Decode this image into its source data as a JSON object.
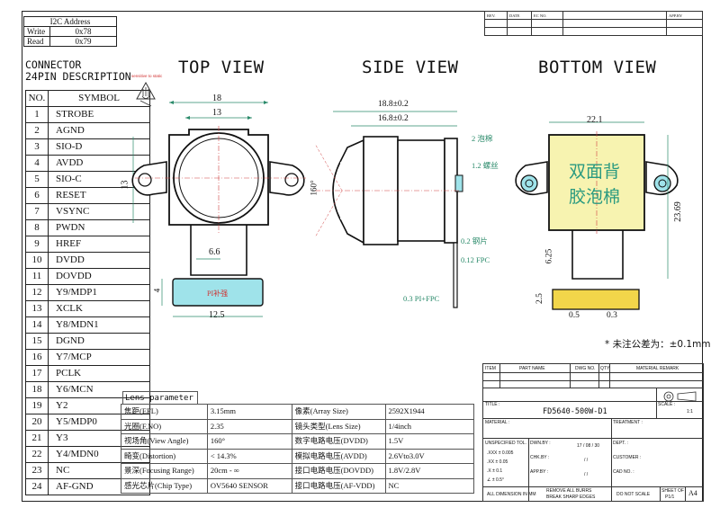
{
  "i2c": {
    "title": "I2C Address",
    "rows": [
      {
        "label": "Write",
        "value": "0x78"
      },
      {
        "label": "Read",
        "value": "0x79"
      }
    ]
  },
  "connector": {
    "title_line1": "CONNECTOR",
    "title_line2": "24PIN DESCRIPTION",
    "header_no": "NO.",
    "header_symbol": "SYMBOL",
    "pins": [
      {
        "no": "1",
        "symbol": "STROBE"
      },
      {
        "no": "2",
        "symbol": "AGND"
      },
      {
        "no": "3",
        "symbol": "SIO-D"
      },
      {
        "no": "4",
        "symbol": "AVDD"
      },
      {
        "no": "5",
        "symbol": "SIO-C"
      },
      {
        "no": "6",
        "symbol": "RESET"
      },
      {
        "no": "7",
        "symbol": "VSYNC"
      },
      {
        "no": "8",
        "symbol": "PWDN"
      },
      {
        "no": "9",
        "symbol": "HREF"
      },
      {
        "no": "10",
        "symbol": "DVDD"
      },
      {
        "no": "11",
        "symbol": "DOVDD"
      },
      {
        "no": "12",
        "symbol": "Y9/MDP1"
      },
      {
        "no": "13",
        "symbol": "XCLK"
      },
      {
        "no": "14",
        "symbol": "Y8/MDN1"
      },
      {
        "no": "15",
        "symbol": "DGND"
      },
      {
        "no": "16",
        "symbol": "Y7/MCP"
      },
      {
        "no": "17",
        "symbol": "PCLK"
      },
      {
        "no": "18",
        "symbol": "Y6/MCN"
      },
      {
        "no": "19",
        "symbol": "Y2"
      },
      {
        "no": "20",
        "symbol": "Y5/MDP0"
      },
      {
        "no": "21",
        "symbol": "Y3"
      },
      {
        "no": "22",
        "symbol": "Y4/MDN0"
      },
      {
        "no": "23",
        "symbol": "NC"
      },
      {
        "no": "24",
        "symbol": "AF-GND"
      }
    ]
  },
  "sensitivity_label": "sensitive to static",
  "views": {
    "top": "TOP VIEW",
    "side": "SIDE VIEW",
    "bottom": "BOTTOM VIEW"
  },
  "top_view_dims": {
    "width_outer": "18",
    "width_inner": "13",
    "height": "13",
    "flex_offset": "6.6",
    "flex_width": "12.5",
    "stiffener_height": "4",
    "stiffener_label": "PI补强"
  },
  "side_view_dims": {
    "length_total": "18.8±0.2",
    "length_body": "16.8±0.2",
    "angle": "160°",
    "foam": "2 泡棉",
    "thread": "1.2 螺丝",
    "steel": "0.2 钢片",
    "fpc": "0.12 FPC",
    "pi_fpc": "0.3 PI+FPC"
  },
  "bottom_view_dims": {
    "width": "22.1",
    "height": "23.69",
    "flex_length": "6.25",
    "connector_height": "2.5",
    "pitch_left": "0.5",
    "pitch_right": "0.3",
    "label_line1": "双面背",
    "label_line2": "胶泡棉"
  },
  "tolerance_note": "* 未注公差为：±0.1mm",
  "lens": {
    "title": "Lens parameter",
    "rows": [
      {
        "k1": "焦距(EFL)",
        "v1": "3.15mm",
        "k2": "像素(Array Size)",
        "v2": "2592X1944"
      },
      {
        "k1": "光圈(F.NO)",
        "v1": "2.35",
        "k2": "镜头类型(Lens Size)",
        "v2": "1/4inch"
      },
      {
        "k1": "视场角(View Angle)",
        "v1": "160°",
        "k2": "数字电路电压(DVDD)",
        "v2": "1.5V"
      },
      {
        "k1": "畸变(Distortion)",
        "v1": "< 14.3%",
        "k2": "模拟电路电压(AVDD)",
        "v2": "2.6Vto3.0V"
      },
      {
        "k1": "景深(Focusing Range)",
        "v1": "20cm - ∞",
        "k2": "接口电路电压(DOVDD)",
        "v2": "1.8V/2.8V"
      },
      {
        "k1": "感光芯片(Chip Type)",
        "v1": "OV5640 SENSOR",
        "k2": "接口电路电压(AF-VDD)",
        "v2": "NC"
      }
    ]
  },
  "revision": {
    "headers": [
      "REV.",
      "DATE",
      "EC NO.",
      "",
      "APP.BY"
    ]
  },
  "title_block": {
    "item": "ITEM",
    "part_name": "PART NAME",
    "dwg_no": "DWG NO.",
    "qty": "QTY",
    "material_remark": "MATERIAL REMARK",
    "title_label": "TITLE :",
    "title_value": "FD5640-500W-D1",
    "scale_label": "SCALE :",
    "scale_value": "1:1",
    "material_label": "MATERIAL :",
    "treatment_label": "TREATMENT :",
    "unspecified_tol": "UNSPECIFIED TOL.",
    "tol_rows": [
      ".XXX ± 0.005",
      ".XX ± 0.05",
      ".X ± 0.1",
      "∠ ± 0.5°"
    ],
    "dwn_by": "DWN.BY :",
    "dwn_date": "17 / 08 / 30",
    "chk_by": "CHK.BY :",
    "chk_date": "/ /",
    "app_by": "APP.BY :",
    "app_date": "/ /",
    "dept": "DEPT. :",
    "customer": "CUSTOMER :",
    "cad_no": "CAD NO. :",
    "all_dim": "ALL DIMENSION IN MM",
    "remove_burrs": "REMOVE ALL BURRS",
    "break_edges": "BREAK SHARP EDGES",
    "do_not_scale": "DO NOT SCALE",
    "sheet_of": "SHEET OF",
    "sheet_value": "P1/1",
    "size": "A4"
  }
}
